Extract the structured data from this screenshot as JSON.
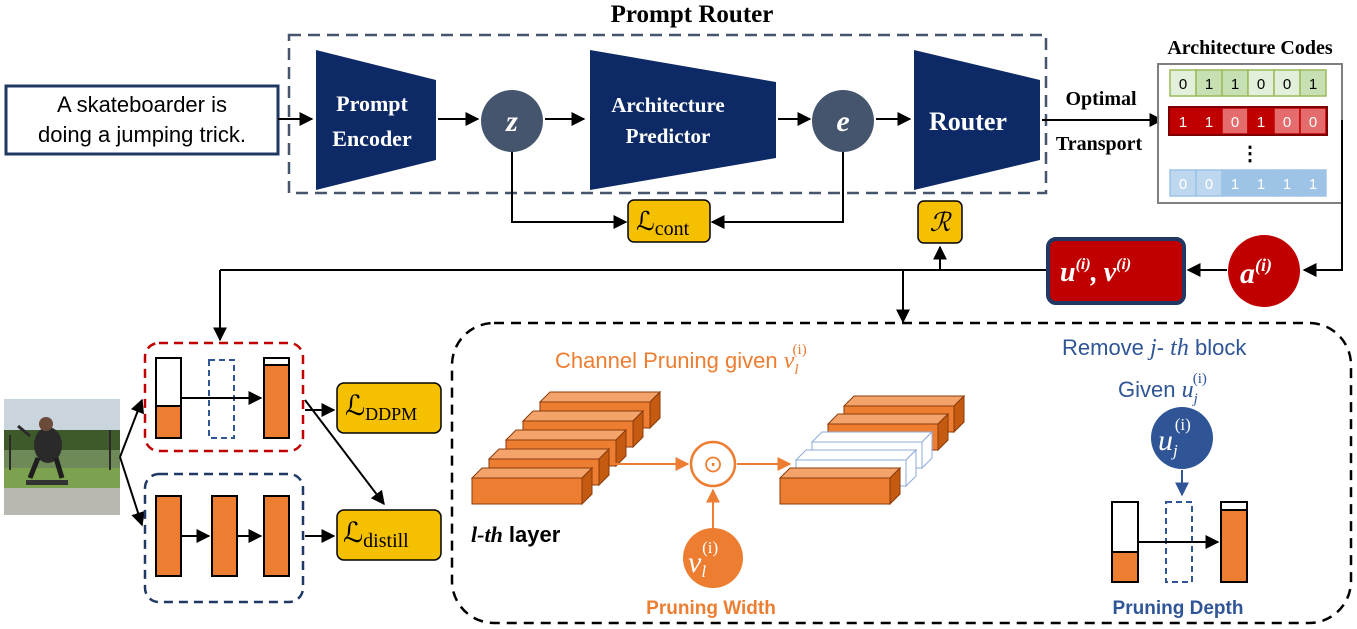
{
  "title": "Prompt Router",
  "prompt_text": [
    "A skateboarder is",
    "doing a jumping trick."
  ],
  "prompt_encoder": [
    "Prompt",
    "Encoder"
  ],
  "arch_predictor": [
    "Architecture",
    "Predictor"
  ],
  "router": "Router",
  "z": "z",
  "e": "e",
  "ot": [
    "Optimal",
    "Transport"
  ],
  "codes_title": "Architecture Codes",
  "codes": [
    [
      "0",
      "1",
      "1",
      "0",
      "0",
      "1"
    ],
    [
      "1",
      "1",
      "0",
      "1",
      "0",
      "0"
    ],
    [
      "0",
      "0",
      "1",
      "1",
      "1",
      "1"
    ]
  ],
  "codes_ellipsis": "⋮",
  "loss_cont": {
    "main": "ℒ",
    "sub": "cont"
  },
  "reward": "ℛ",
  "uv": {
    "u": "u",
    "v": "v",
    "sup": "(i)",
    "sep": ","
  },
  "a": {
    "main": "a",
    "sup": "(i)"
  },
  "loss_ddpm": {
    "main": "ℒ",
    "sub": "DDPM"
  },
  "loss_distill": {
    "main": "ℒ",
    "sub": "distill"
  },
  "channel_pruning": {
    "text": "Channel Pruning given ",
    "var": "v",
    "sub": "l",
    "sup": "(i)"
  },
  "remove_block": {
    "pre": "Remove ",
    "j": "j",
    "mid": "- ",
    "th": "th",
    "post": " block"
  },
  "given_u": {
    "text": "Given ",
    "var": "u",
    "sub": "j",
    "sup": "(i)"
  },
  "lth_layer": {
    "l": "l",
    "mid": "-",
    "th": "th",
    "post": " layer"
  },
  "odot": "⊙",
  "v_node": {
    "var": "v",
    "sub": "l",
    "sup": "(i)"
  },
  "u_node": {
    "var": "u",
    "sub": "j",
    "sup": "(i)"
  },
  "pruning_width": "Pruning Width",
  "pruning_depth": "Pruning Depth",
  "colors": {
    "navy": "#0d2a66",
    "slate": "#45556e",
    "gold": "#f5c000",
    "red": "#c00000",
    "orange": "#ed7d31",
    "blue_text": "#2f5597",
    "code_green": "#e2efda",
    "code_red": "#c00000",
    "code_blue": "#bdd7ee"
  }
}
